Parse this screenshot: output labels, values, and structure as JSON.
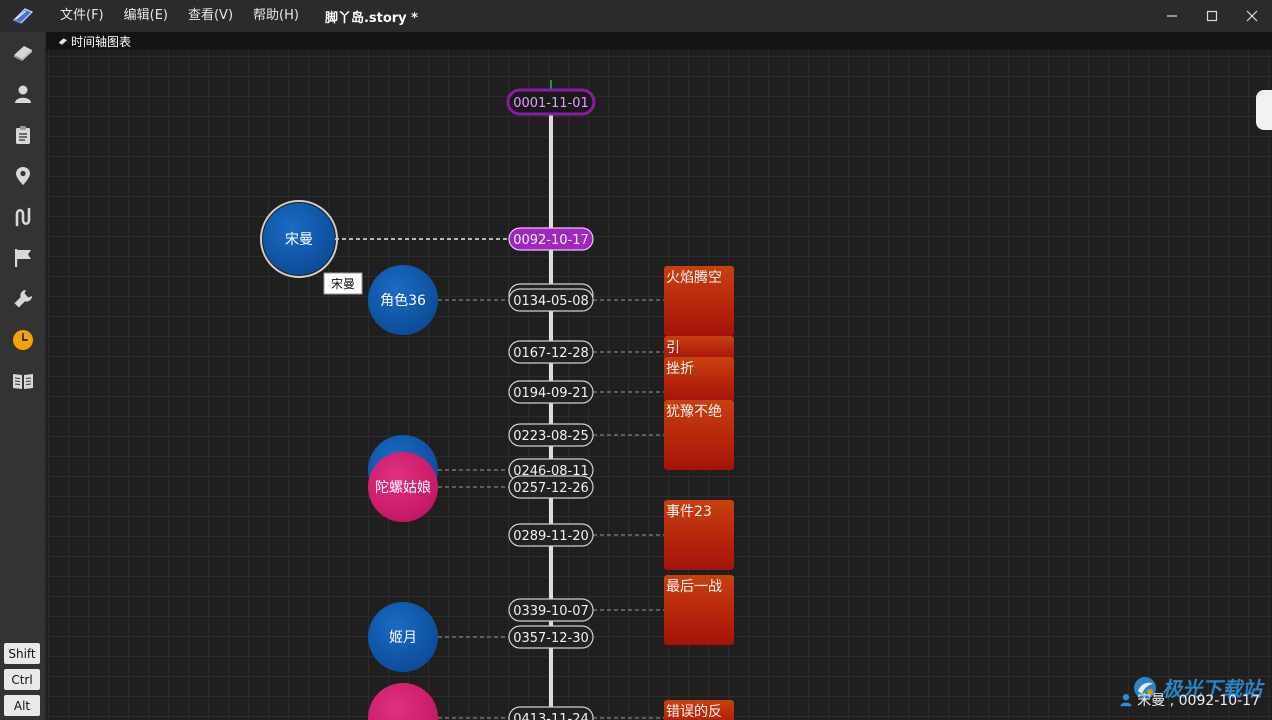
{
  "window": {
    "menus": [
      "文件(F)",
      "编辑(E)",
      "查看(V)",
      "帮助(H)"
    ],
    "doc_title": "脚丫岛.story *"
  },
  "sidebar": {
    "items": [
      "book-icon",
      "person-icon",
      "clipboard-icon",
      "location-pin-icon",
      "route-icon",
      "flag-icon",
      "wrench-icon",
      "clock-icon",
      "open-book-icon"
    ],
    "active": "clock-icon",
    "modifier_keys": [
      "Shift",
      "Ctrl",
      "Alt"
    ]
  },
  "tab": {
    "label": "时间轴图表"
  },
  "colors": {
    "character_blue": "#0c4a96",
    "character_pink": "#c21664",
    "event_red": "#c42a0a",
    "selected_purple": "#a026c0",
    "start_border": "#8b1aa6",
    "axis": "#dcdcdc"
  },
  "timeline": {
    "dates": [
      {
        "label": "0001-11-01",
        "style": "start"
      },
      {
        "label": "0092-10-17",
        "style": "selected"
      },
      {
        "label": "0134-05-08",
        "style": "normal"
      },
      {
        "label": "0167-12-28",
        "style": "normal"
      },
      {
        "label": "0194-09-21",
        "style": "normal"
      },
      {
        "label": "0223-08-25",
        "style": "normal"
      },
      {
        "label": "0246-08-11",
        "style": "normal"
      },
      {
        "label": "0257-12-26",
        "style": "normal"
      },
      {
        "label": "0289-11-20",
        "style": "normal"
      },
      {
        "label": "0339-10-07",
        "style": "normal"
      },
      {
        "label": "0357-12-30",
        "style": "normal"
      },
      {
        "label": "0413-11-24",
        "style": "normal"
      }
    ],
    "characters": [
      {
        "name": "宋曼",
        "date": "0092-10-17",
        "color": "blue",
        "selected": true
      },
      {
        "name": "角色36",
        "date": "0134-05-08",
        "color": "blue"
      },
      {
        "name": "",
        "date": "0246-08-11",
        "color": "blue"
      },
      {
        "name": "陀螺姑娘",
        "date": "0257-12-26",
        "color": "pink"
      },
      {
        "name": "姬月",
        "date": "0357-12-30",
        "color": "blue"
      },
      {
        "name": "",
        "date": "0413-11-24",
        "color": "pink"
      }
    ],
    "events": [
      {
        "title": "火焰腾空",
        "date": "0134-05-08"
      },
      {
        "title": "引",
        "date": "0167-12-28"
      },
      {
        "title": "挫折",
        "date": "0194-09-21"
      },
      {
        "title": "犹豫不绝",
        "date": "0223-08-25"
      },
      {
        "title": "事件23",
        "date": "0289-11-20"
      },
      {
        "title": "最后一战",
        "date": "0339-10-07"
      },
      {
        "title": "错误的反",
        "date": "0413-11-24"
      }
    ],
    "tooltip": "宋曼"
  },
  "status": {
    "text": "宋曼 , 0092-10-17"
  },
  "watermark": {
    "text": "极光下载站"
  }
}
